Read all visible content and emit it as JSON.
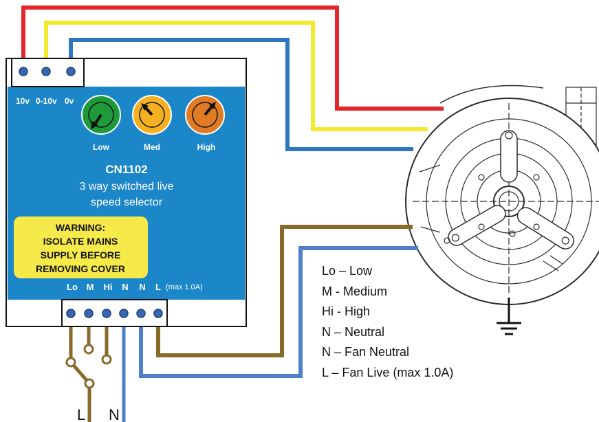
{
  "controller": {
    "top_terminals": [
      "10v",
      "0-10v",
      "0v"
    ],
    "dials": [
      {
        "label": "Low",
        "color": "#1f9a3b"
      },
      {
        "label": "Med",
        "color": "#f5b121"
      },
      {
        "label": "High",
        "color": "#e07b25"
      }
    ],
    "model": "CN1102",
    "description_line1": "3 way switched live",
    "description_line2": "speed selector",
    "warning": [
      "WARNING:",
      "ISOLATE MAINS",
      "SUPPLY BEFORE",
      "REMOVING COVER"
    ],
    "bottom_terminals": [
      "Lo",
      "M",
      "Hi",
      "N",
      "N",
      "L"
    ],
    "bottom_note": "(max 1.0A)",
    "panel_color": "#1b86c8",
    "warning_color": "#f6ea4a"
  },
  "wires": {
    "red": "#e3262b",
    "yellow": "#f3e92f",
    "blue": "#2d78c0",
    "brown": "#8a6a2a",
    "neutral_blue": "#4f7fc6"
  },
  "supply_labels": {
    "live": "L",
    "neutral": "N"
  },
  "legend": [
    "Lo – Low",
    "M - Medium",
    "Hi - High",
    "N – Neutral",
    "N – Fan Neutral",
    "L – Fan Live (max 1.0A)"
  ]
}
